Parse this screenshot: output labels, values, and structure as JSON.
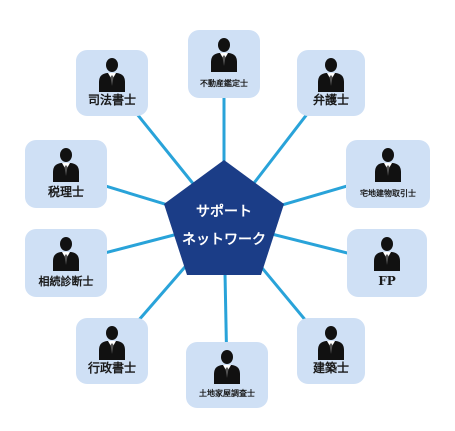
{
  "colors": {
    "connector": "#29a3d9",
    "node_fill": "#cfe0f5",
    "hub_fill": "#1b3d87",
    "hub_text": "#ffffff",
    "person": "#111111",
    "label": "#1a1a1a"
  },
  "hub": {
    "line1": "サポート",
    "line2": "ネットワーク"
  },
  "nodes": [
    {
      "label": "不動産鑑定士",
      "icon": "person-icon"
    },
    {
      "label": "弁護士",
      "icon": "person-icon"
    },
    {
      "label": "宅地建物取引士",
      "icon": "person-icon"
    },
    {
      "label": "FP",
      "icon": "person-icon"
    },
    {
      "label": "建築士",
      "icon": "person-icon"
    },
    {
      "label": "土地家屋調査士",
      "icon": "person-icon"
    },
    {
      "label": "行政書士",
      "icon": "person-icon"
    },
    {
      "label": "相続診断士",
      "icon": "person-icon"
    },
    {
      "label": "税理士",
      "icon": "person-icon"
    },
    {
      "label": "司法書士",
      "icon": "person-icon"
    }
  ]
}
